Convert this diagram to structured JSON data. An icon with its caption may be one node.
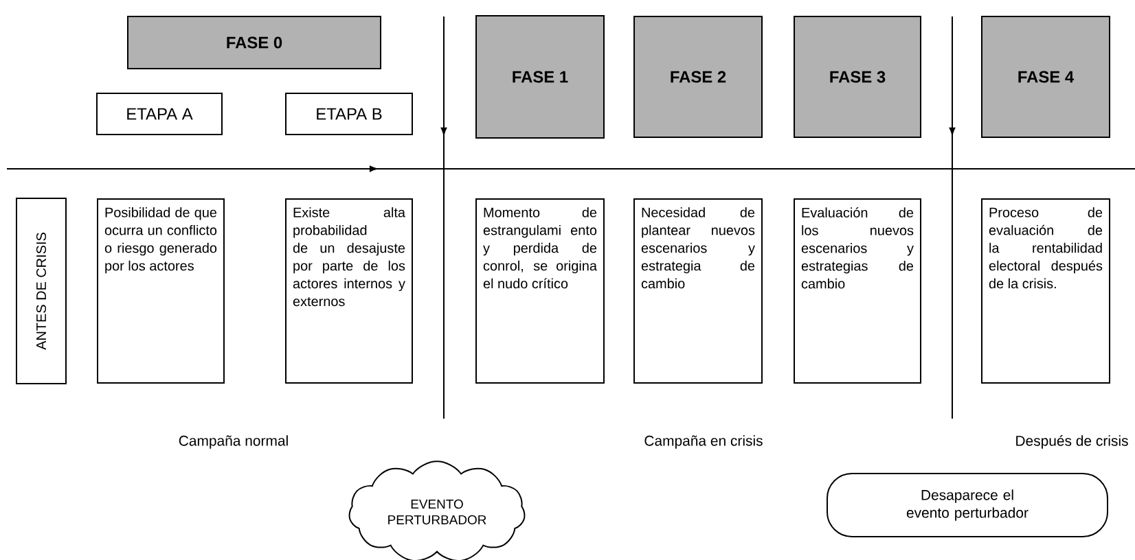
{
  "diagram": {
    "nodes": [
      {
        "text": [
          "FASE 0"
        ]
      },
      {
        "text": [
          "ETAPA A"
        ]
      },
      {
        "text": [
          "ETAPA B"
        ]
      },
      {
        "text": [
          "FASE 1"
        ]
      },
      {
        "text": [
          "FASE 2"
        ]
      },
      {
        "text": [
          "FASE 3"
        ]
      },
      {
        "text": [
          "FASE 4"
        ]
      },
      {
        "text": [
          "ANTES DE CRISIS"
        ]
      },
      {
        "text": [
          "Posibilidad de que ocurra un conflicto o riesgo generado por los actores"
        ]
      },
      {
        "text": [
          "Existe alta probabilidad de un desajuste por parte de los actores internos y externos"
        ]
      },
      {
        "text": [
          "Momento de estrangulami ento y perdida de conrol, se origina el nudo crítico"
        ]
      },
      {
        "text": [
          "Necesidad de plantear nuevos escenarios y estrategia de cambio"
        ]
      },
      {
        "text": [
          "Evaluación de los nuevos escenarios y estrategias de cambio"
        ]
      },
      {
        "text": [
          "Proceso de evaluación de la rentabilidad electoral después de la crisis."
        ]
      },
      {
        "text": [
          "EVENTO PERTURBADOR"
        ]
      },
      {
        "text": [
          "Desaparece el evento perturbador"
        ]
      }
    ],
    "labels": [
      "Campaña normal",
      "Campaña en crisis",
      "Después de crisis"
    ]
  }
}
